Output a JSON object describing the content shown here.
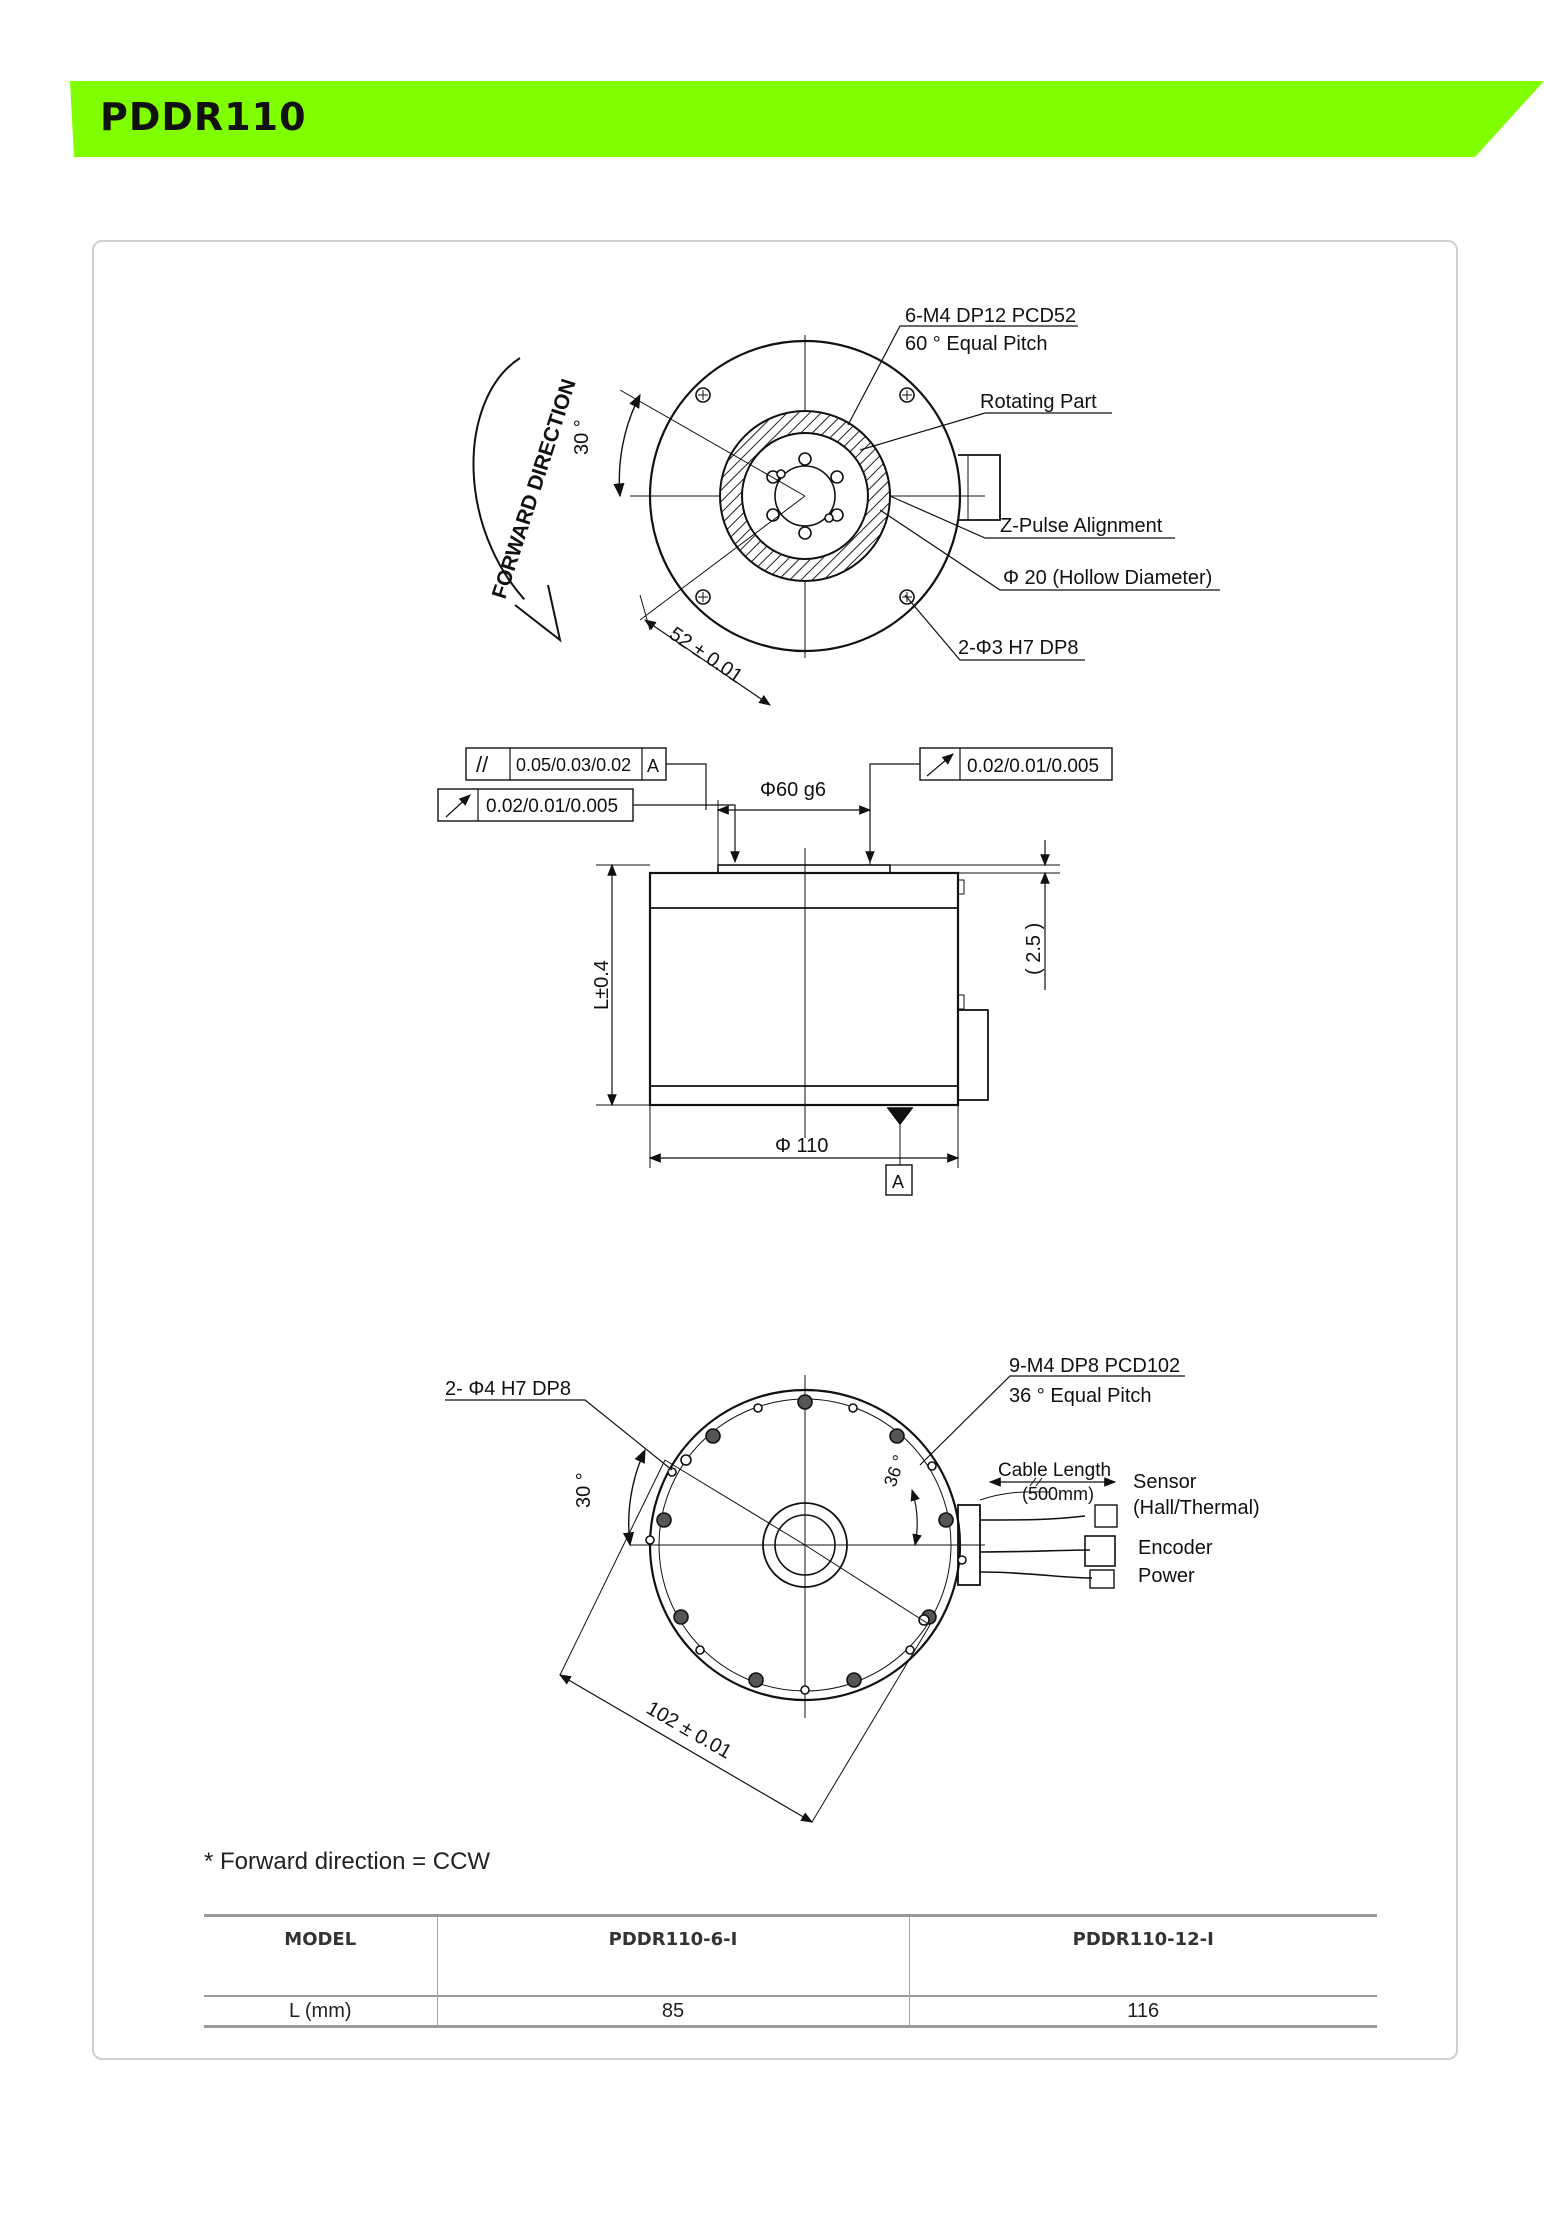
{
  "header": {
    "title": "PDDR110",
    "color": "#80ff00"
  },
  "top_view": {
    "forward_direction": "FORWARD DIRECTION",
    "angle_30": "30 °",
    "callout_m4_line1": "6-M4 DP12 PCD52",
    "callout_m4_line2": "60 ° Equal Pitch",
    "rotating_part": "Rotating Part",
    "z_pulse": "Z-Pulse Alignment",
    "hollow": "Φ 20 (Hollow Diameter)",
    "pin_hole": "2-Φ3 H7 DP8",
    "pcd_dim": "52 ± 0.01"
  },
  "side_view": {
    "parallelism_symbol": "//",
    "parallelism_value": "0.05/0.03/0.02",
    "datum": "A",
    "runout_left": "0.02/0.01/0.005",
    "runout_right": "0.02/0.01/0.005",
    "shaft_dia": "Φ60 g6",
    "height_dim": "L±0.4",
    "step_dim": "( 2.5 )",
    "body_dia": "Φ 110",
    "datum_bottom": "A"
  },
  "bottom_view": {
    "pin_hole": "2- Φ4 H7 DP8",
    "angle_30": "30 °",
    "angle_36": "36 °",
    "callout_m4_line1": "9-M4 DP8 PCD102",
    "callout_m4_line2": "36 ° Equal Pitch",
    "cable_length_line1": "Cable Length",
    "cable_length_line2": "(500mm)",
    "sensor_line1": "Sensor",
    "sensor_line2": "(Hall/Thermal)",
    "encoder": "Encoder",
    "power": "Power",
    "pcd_dim": "102 ± 0.01"
  },
  "note": "* Forward direction = CCW",
  "table": {
    "headers": [
      "MODEL",
      "PDDR110-6-I",
      "PDDR110-12-I"
    ],
    "rows": [
      [
        "L (mm)",
        "85",
        "116"
      ]
    ]
  }
}
